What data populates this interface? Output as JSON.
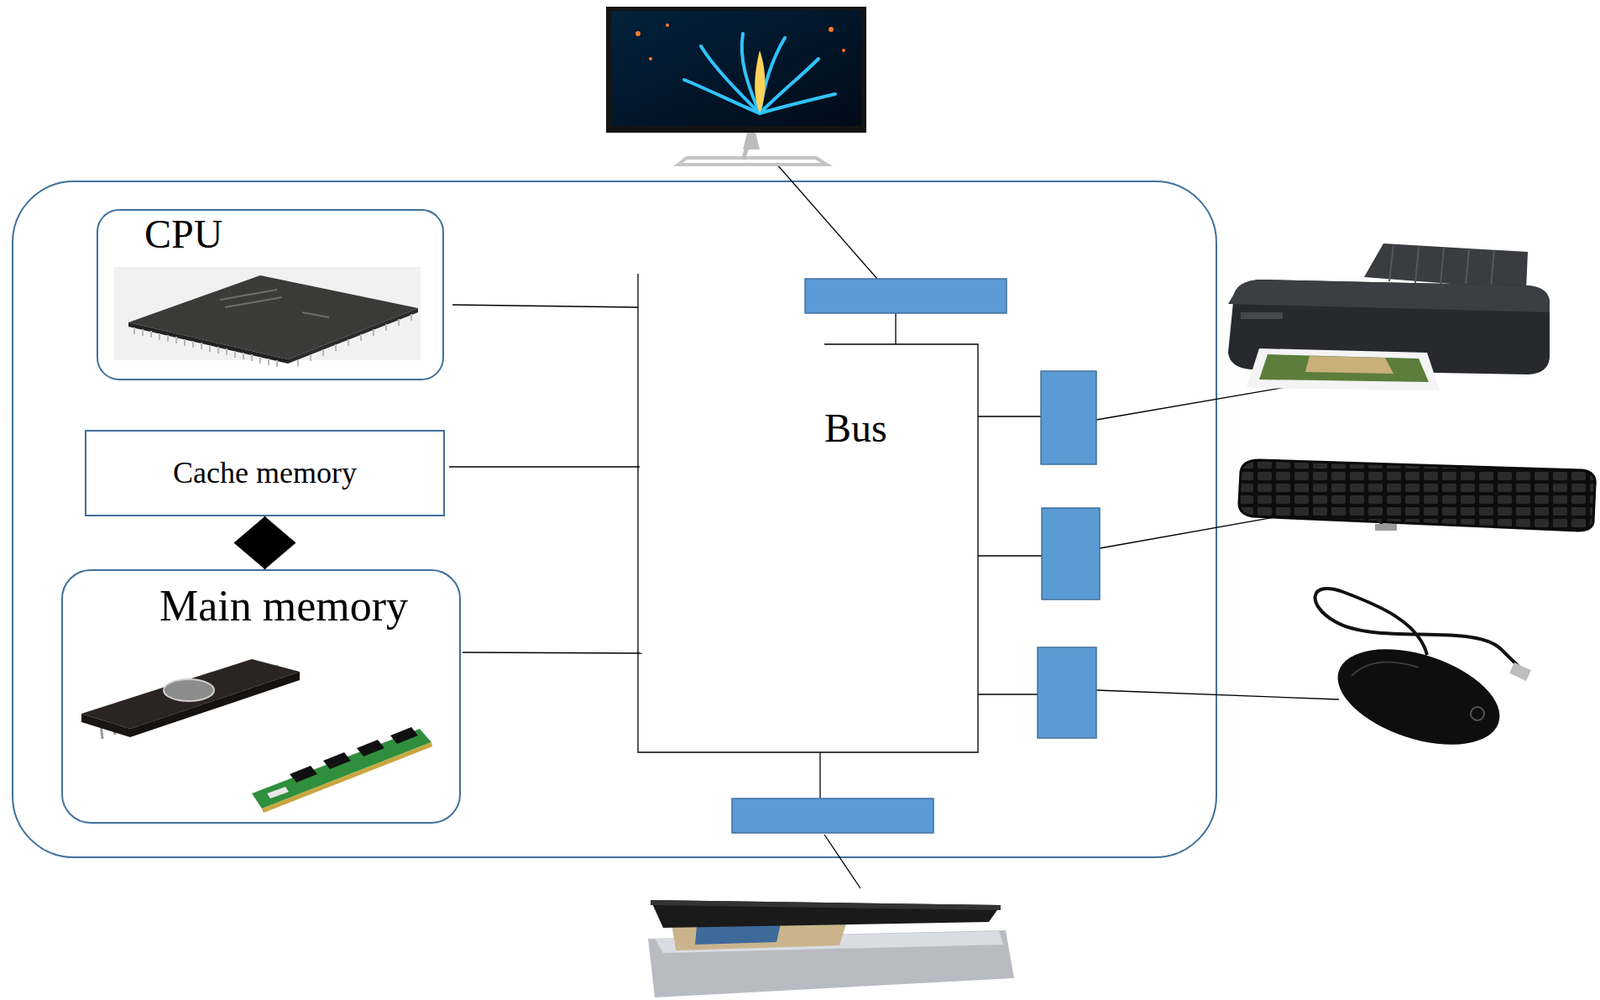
{
  "diagram": {
    "nodes": [
      {
        "text": [
          "CPU"
        ]
      },
      {
        "text": [
          "Cache memory"
        ]
      },
      {
        "text": [
          "Main memory"
        ]
      }
    ],
    "edges": [
      {
        "from": 1,
        "to": 2,
        "arrow": "none"
      }
    ],
    "labels": [
      "Bus"
    ]
  }
}
